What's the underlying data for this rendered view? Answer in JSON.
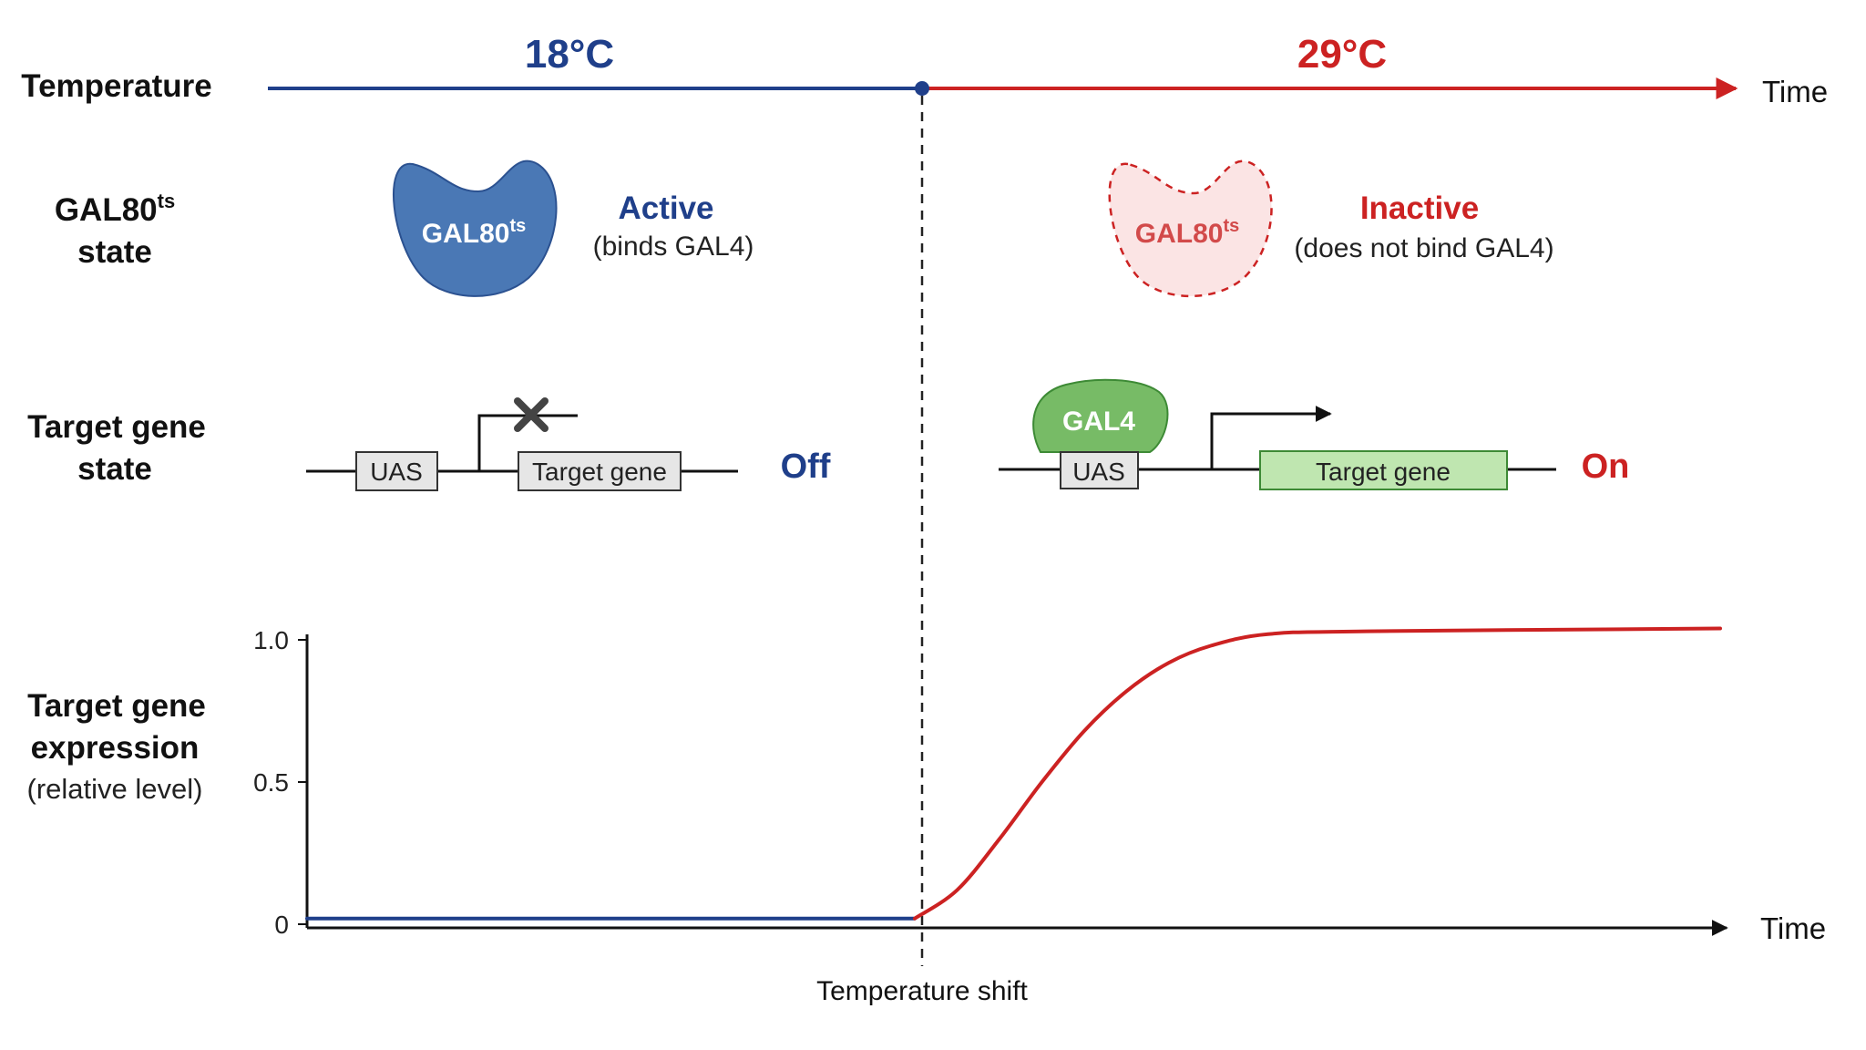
{
  "colors": {
    "cold": "#1f3f8a",
    "warm": "#cc2222",
    "gal80_fill": "#4a78b5",
    "gal80_inactive_fill": "#fbe4e4",
    "gal4_fill": "#77bb66",
    "target_on_fill": "#bfe6b0"
  },
  "rows": {
    "temperature": "Temperature",
    "gal80_line1": "GAL80",
    "gal80_sup": "ts",
    "gal80_line2": "state",
    "target_line1": "Target gene",
    "target_line2": "state",
    "expr_line1": "Target gene",
    "expr_line2": "expression",
    "expr_line3": "(relative level)"
  },
  "timeline": {
    "cold_temp": "18°C",
    "warm_temp": "29°C",
    "time_label": "Time"
  },
  "gal80": {
    "protein_name": "GAL80",
    "protein_sup": "ts",
    "active_title": "Active",
    "active_desc": "(binds GAL4)",
    "inactive_title": "Inactive",
    "inactive_desc": "(does not bind GAL4)"
  },
  "target_gene": {
    "uas_label": "UAS",
    "gene_label": "Target gene",
    "gal4_label": "GAL4",
    "off_label": "Off",
    "on_label": "On"
  },
  "divider": {
    "label": "Temperature shift"
  },
  "chart_data": {
    "type": "line",
    "x_label": "Time",
    "y_ticks": [
      "0",
      "0.5",
      "1.0"
    ],
    "ylim": [
      0,
      1.0
    ],
    "x_range": [
      0,
      100
    ],
    "shift_x": 43,
    "series": [
      {
        "color": "#1f3f8a",
        "points": [
          [
            0,
            0.02
          ],
          [
            43,
            0.02
          ]
        ]
      },
      {
        "color": "#cc2222",
        "points": [
          [
            43,
            0.02
          ],
          [
            46,
            0.12
          ],
          [
            49,
            0.3
          ],
          [
            52,
            0.5
          ],
          [
            55,
            0.68
          ],
          [
            58,
            0.82
          ],
          [
            61,
            0.92
          ],
          [
            64,
            0.98
          ],
          [
            68,
            1.02
          ],
          [
            75,
            1.03
          ],
          [
            100,
            1.04
          ]
        ]
      }
    ]
  }
}
